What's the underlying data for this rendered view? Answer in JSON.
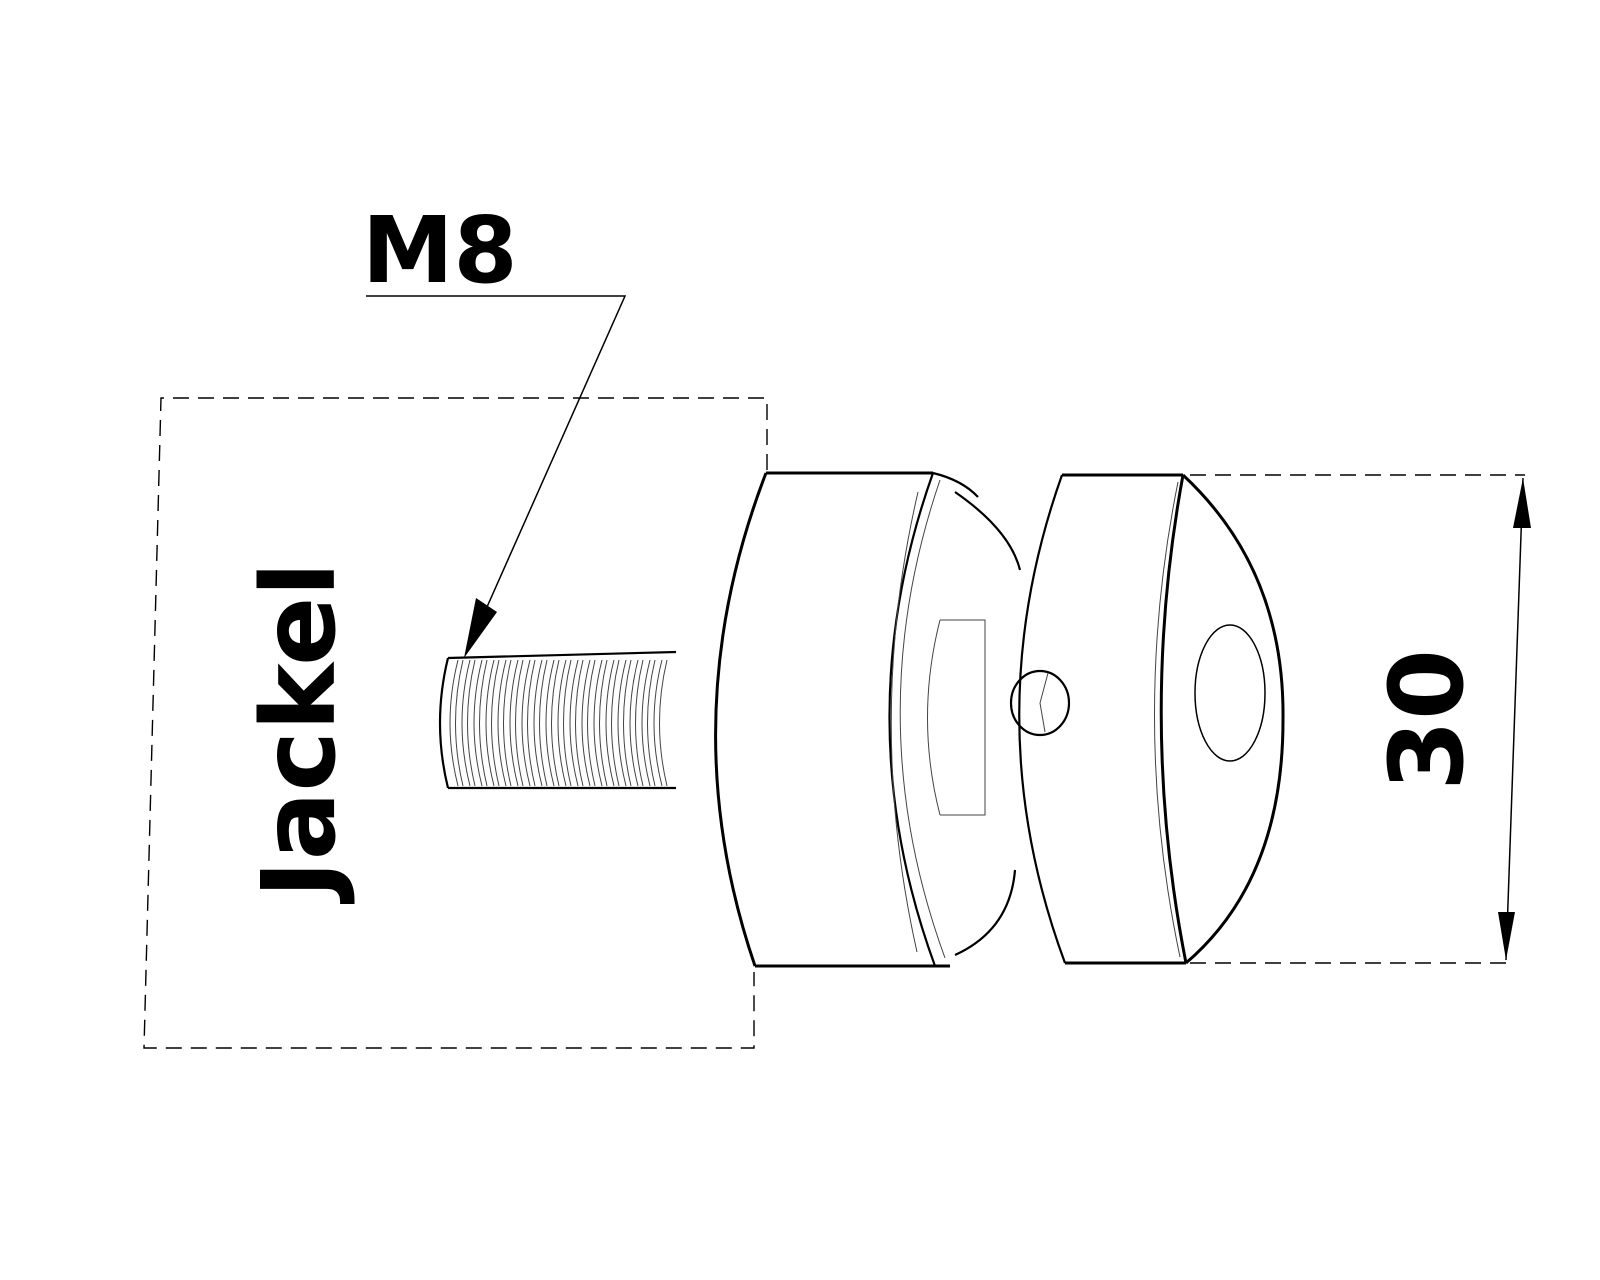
{
  "drawing": {
    "thread_label": "M8",
    "material_label": "Jackel",
    "dimension_label": "30"
  },
  "colors": {
    "line": "#000000",
    "background": "#ffffff"
  }
}
